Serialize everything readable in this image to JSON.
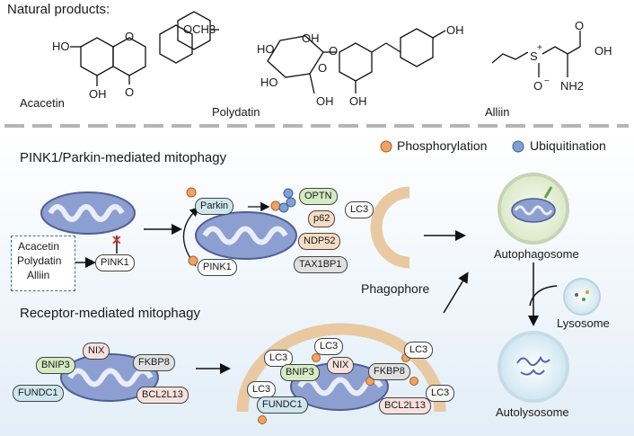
{
  "top": {
    "heading": "Natural products:",
    "compounds": [
      {
        "name": "Acacetin",
        "labels": [
          "HO",
          "OH",
          "O",
          "O",
          "OCH3"
        ]
      },
      {
        "name": "Polydatin",
        "labels": [
          "HO",
          "HO",
          "OH",
          "O",
          "O",
          "OH",
          "OH",
          "OH"
        ]
      },
      {
        "name": "Alliin",
        "labels": [
          "S",
          "+",
          "O",
          "−",
          "NH2",
          "O",
          "OH"
        ]
      }
    ]
  },
  "legend": {
    "phosphorylation": "Phosphorylation",
    "ubiquitination": "Ubiquitination",
    "phospho_color": "#f0a35f",
    "ubiq_color": "#7ea1d6"
  },
  "pink1_section": {
    "title": "PINK1/Parkin-mediated mitophagy",
    "inhibitors": [
      "Acacetin",
      "Polydatin",
      "Alliin"
    ],
    "pink1": "PINK1",
    "parkin": "Parkin",
    "pink1_bound": "PINK1",
    "adaptors": [
      "OPTN",
      "p62",
      "NDP52",
      "TAX1BP1"
    ],
    "lc3": "LC3",
    "phagophore": "Phagophore"
  },
  "receptor_section": {
    "title": "Receptor-mediated mitophagy",
    "receptors": [
      "BNIP3",
      "NIX",
      "FKBP8",
      "FUNDC1",
      "BCL2L13"
    ],
    "lc3_labels": [
      "LC3",
      "LC3",
      "LC3",
      "LC3",
      "LC3"
    ],
    "bound_receptors": [
      "BNIP3",
      "NIX",
      "FKBP8",
      "FUNDC1",
      "BCL2L13"
    ]
  },
  "right_panel": {
    "autophagosome": "Autophagosome",
    "lysosome": "Lysosome",
    "autolysosome": "Autolysosome"
  },
  "colors": {
    "mito_fill": "#8d9fd0",
    "mito_edge": "#4f5f96",
    "phagophore": "#e8c9a2",
    "teal": "#2f7d78"
  }
}
